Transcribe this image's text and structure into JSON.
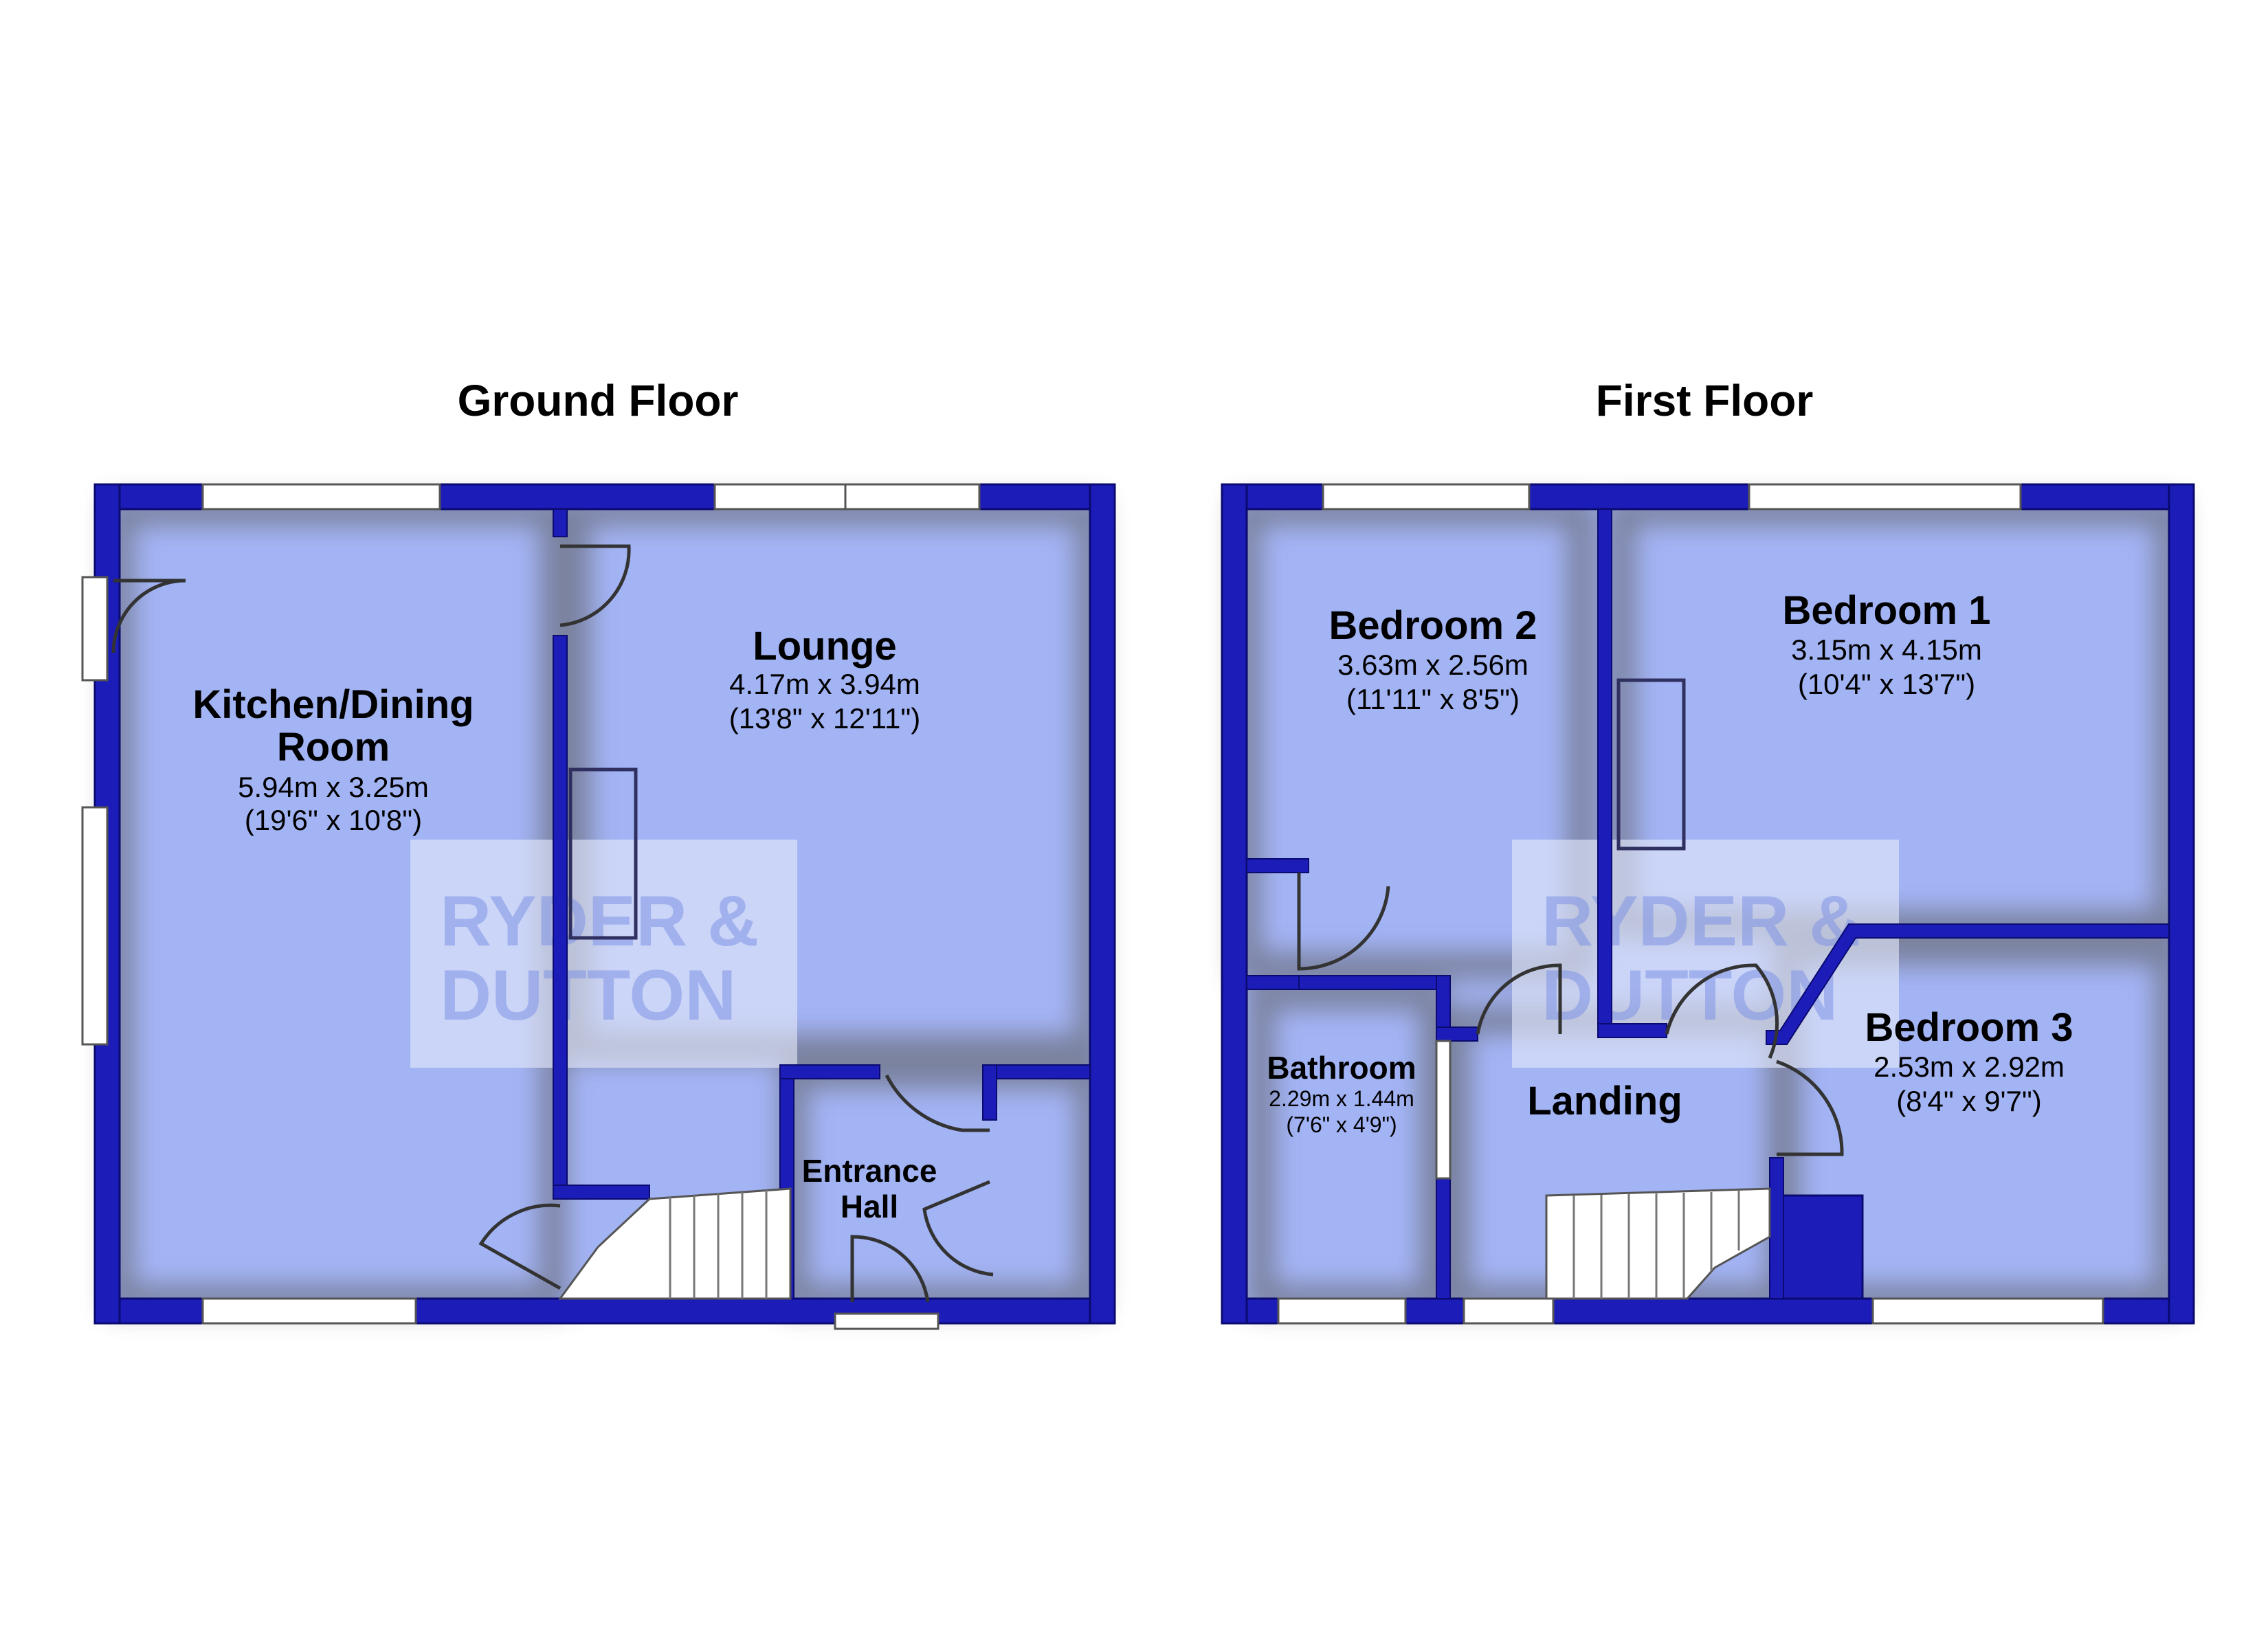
{
  "colors": {
    "wall": "#1c1cb8",
    "wall_edge": "#0a0a70",
    "floor": "#a3b4f5",
    "shadow": "#5a5a5a",
    "window": "#ffffff",
    "watermark_box": "#e6ebfa"
  },
  "floors": {
    "ground": {
      "title": "Ground Floor",
      "rooms": {
        "kitchen": {
          "name_line1": "Kitchen/Dining",
          "name_line2": "Room",
          "metric": "5.94m x 3.25m",
          "imperial": "(19'6\" x 10'8\")"
        },
        "lounge": {
          "name": "Lounge",
          "metric": "4.17m x 3.94m",
          "imperial": "(13'8\" x 12'11\")"
        },
        "entrance": {
          "name_line1": "Entrance",
          "name_line2": "Hall"
        }
      }
    },
    "first": {
      "title": "First Floor",
      "rooms": {
        "bedroom2": {
          "name": "Bedroom 2",
          "metric": "3.63m x 2.56m",
          "imperial": "(11'11\" x 8'5\")"
        },
        "bedroom1": {
          "name": "Bedroom 1",
          "metric": "3.15m x 4.15m",
          "imperial": "(10'4\" x 13'7\")"
        },
        "bedroom3": {
          "name": "Bedroom 3",
          "metric": "2.53m x 2.92m",
          "imperial": "(8'4\" x 9'7\")"
        },
        "bathroom": {
          "name": "Bathroom",
          "metric": "2.29m x 1.44m",
          "imperial": "(7'6\" x 4'9\")"
        },
        "landing": {
          "name": "Landing"
        }
      }
    }
  },
  "watermark": {
    "line1": "RYDER &",
    "line2": "DUTTON"
  }
}
